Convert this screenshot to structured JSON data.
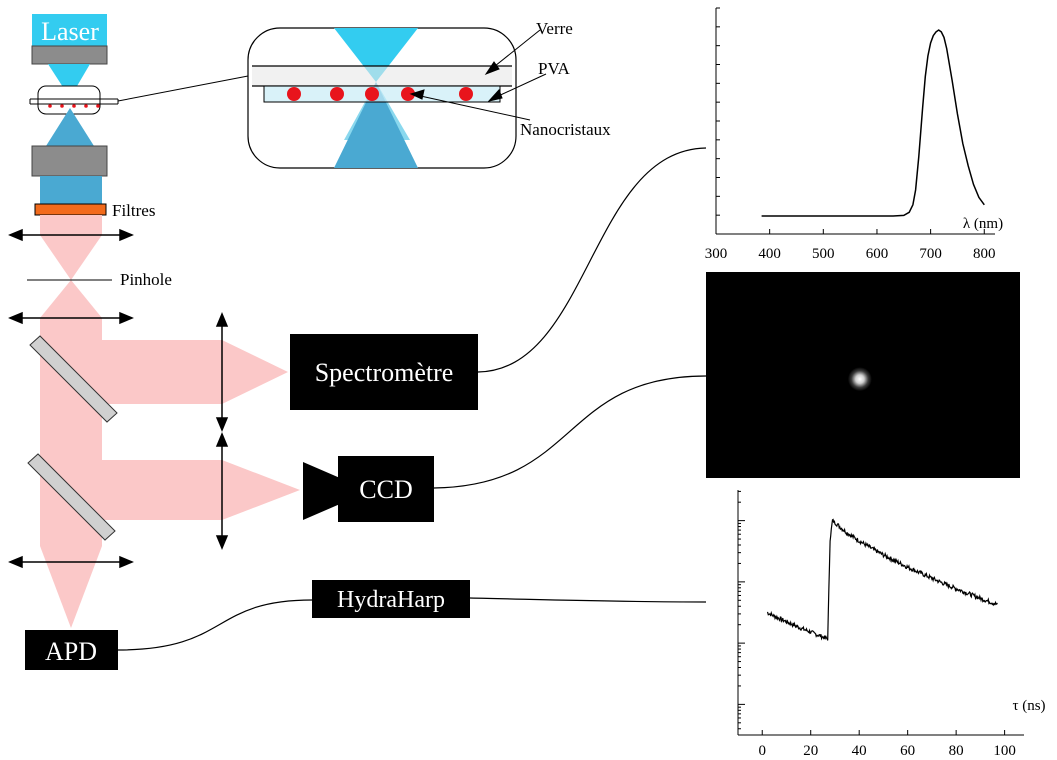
{
  "labels": {
    "laser": "Laser",
    "filtres": "Filtres",
    "pinhole": "Pinhole",
    "verre": "Verre",
    "pva": "PVA",
    "nanocristaux": "Nanocristaux",
    "spectrometre": "Spectromètre",
    "ccd": "CCD",
    "apd": "APD",
    "hydraharp": "HydraHarp"
  },
  "colors": {
    "laser_beam": "#33ccf0",
    "fluorescence_beam": "#fbc8c8",
    "filter": "#f26b1c",
    "objective": "#8c8c8c",
    "particle": "#e8141c",
    "detector_box": "#000000"
  },
  "chart_data": [
    {
      "type": "line",
      "title": "",
      "xlabel": "λ (nm)",
      "ylabel": "",
      "xlim": [
        300,
        820
      ],
      "ylim": [
        0,
        1
      ],
      "xticks": [
        300,
        400,
        500,
        600,
        700,
        800
      ],
      "series": [
        {
          "x": [
            385,
            450,
            500,
            550,
            600,
            630,
            650,
            660,
            667,
            672,
            678,
            685,
            690,
            695,
            700,
            705,
            710,
            715,
            720,
            725,
            730,
            740,
            750,
            760,
            770,
            780,
            790,
            800
          ],
          "y": [
            0.0,
            0.0,
            0.0,
            0.0,
            0.0,
            0.0,
            0.003,
            0.02,
            0.06,
            0.14,
            0.32,
            0.58,
            0.75,
            0.86,
            0.93,
            0.97,
            0.99,
            1.0,
            0.99,
            0.96,
            0.9,
            0.73,
            0.55,
            0.39,
            0.27,
            0.17,
            0.1,
            0.06
          ]
        }
      ]
    },
    {
      "type": "heatmap",
      "title": "",
      "xlabel": "",
      "ylabel": "",
      "description_values": {
        "spot_x_fraction": 0.49,
        "spot_y_fraction": 0.52,
        "background": "black"
      }
    },
    {
      "type": "line",
      "title": "",
      "xlabel": "τ (ns)",
      "ylabel": "",
      "xlim": [
        -10,
        108
      ],
      "ylim": [
        -3.5,
        0.5
      ],
      "yscale": "log",
      "xticks": [
        0,
        20,
        40,
        60,
        80,
        100
      ],
      "series": [
        {
          "x": [
            2,
            5,
            10,
            15,
            20,
            25,
            27,
            28,
            29,
            30,
            32,
            35,
            40,
            45,
            50,
            55,
            60,
            65,
            70,
            75,
            80,
            85,
            90,
            95,
            97
          ],
          "y": [
            -1.5,
            -1.56,
            -1.65,
            -1.74,
            -1.82,
            -1.9,
            -1.93,
            -0.3,
            0.0,
            -0.03,
            -0.1,
            -0.2,
            -0.33,
            -0.45,
            -0.56,
            -0.66,
            -0.76,
            -0.85,
            -0.94,
            -1.03,
            -1.11,
            -1.19,
            -1.27,
            -1.34,
            -1.37
          ]
        }
      ]
    }
  ]
}
